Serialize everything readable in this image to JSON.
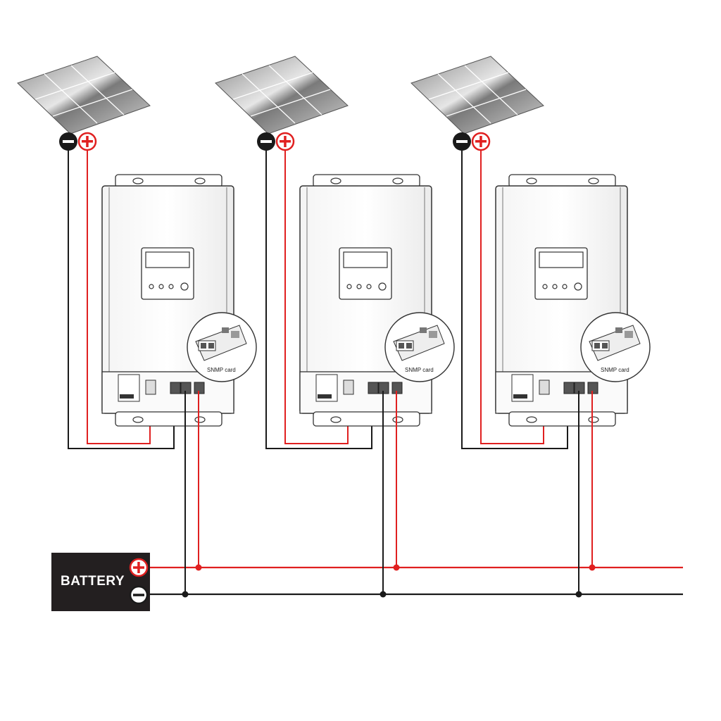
{
  "colors": {
    "positive_wire": "#e02020",
    "negative_wire": "#1a1a1a",
    "battery_fill": "#231f20",
    "controller_body": "#ffffff",
    "controller_stroke": "#333333"
  },
  "battery": {
    "label": "BATTERY",
    "positive_symbol": "+",
    "negative_symbol": "−"
  },
  "units": [
    {
      "id": 1,
      "snmp_label": "SNMP card",
      "pv_negative_symbol": "−",
      "pv_positive_symbol": "+"
    },
    {
      "id": 2,
      "snmp_label": "SNMP card",
      "pv_negative_symbol": "−",
      "pv_positive_symbol": "+"
    },
    {
      "id": 3,
      "snmp_label": "SNMP card",
      "pv_negative_symbol": "−",
      "pv_positive_symbol": "+"
    }
  ]
}
